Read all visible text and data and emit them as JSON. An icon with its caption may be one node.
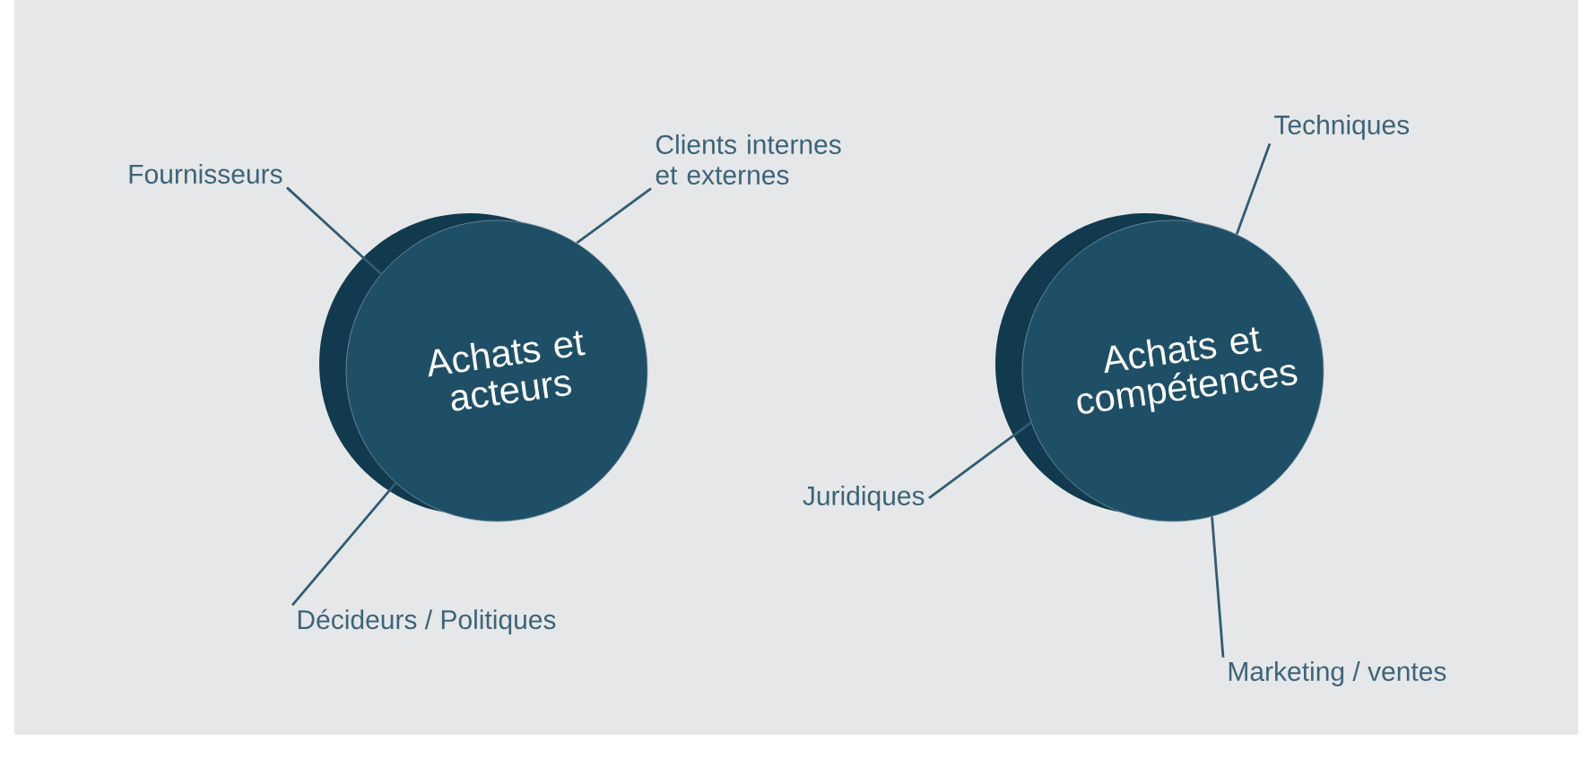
{
  "diagram": {
    "nodes": [
      {
        "text": [
          "Achats et acteurs"
        ]
      },
      {
        "text": [
          "Fournisseurs"
        ]
      },
      {
        "text": [
          "Clients internes et externes"
        ]
      },
      {
        "text": [
          "Décideurs / Politiques"
        ]
      },
      {
        "text": [
          "Achats et compétences"
        ]
      },
      {
        "text": [
          "Techniques"
        ]
      },
      {
        "text": [
          "Juridiques"
        ]
      },
      {
        "text": [
          "Marketing / ventes"
        ]
      }
    ],
    "edges": [
      {
        "from": 1,
        "to": 0,
        "arrow": "none"
      },
      {
        "from": 2,
        "to": 0,
        "arrow": "none"
      },
      {
        "from": 3,
        "to": 0,
        "arrow": "none"
      },
      {
        "from": 5,
        "to": 4,
        "arrow": "none"
      },
      {
        "from": 6,
        "to": 4,
        "arrow": "none"
      },
      {
        "from": 7,
        "to": 4,
        "arrow": "none"
      }
    ]
  }
}
